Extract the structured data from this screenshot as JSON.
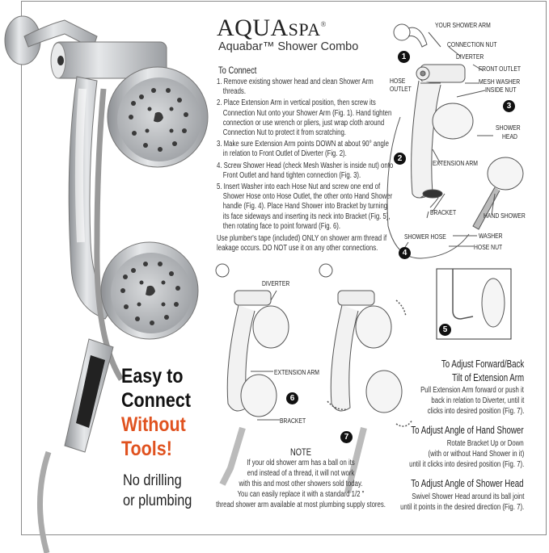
{
  "brand": {
    "logo_main": "AQUA",
    "logo_spa": "SPA",
    "logo_mark": "®",
    "product": "Aquabar™ Shower Combo"
  },
  "colors": {
    "accent": "#e0521f",
    "chrome": "#b9bcbf",
    "diagram_line": "#555555"
  },
  "promo": {
    "line1": "Easy to",
    "line2": "Connect",
    "line3": "Without",
    "line4": "Tools!",
    "line5": "No drilling",
    "line6": "or plumbing"
  },
  "instructions": {
    "heading": "To Connect",
    "steps": [
      "1. Remove existing shower head and clean Shower Arm threads.",
      "2. Place Extension Arm in vertical position, then screw its Connection Nut onto your Shower Arm (Fig. 1). Hand tighten connection or use wrench or pliers, just wrap cloth around Connection Nut to protect it from scratching.",
      "3. Make sure Extension Arm points DOWN at about 90° angle in relation to Front Outlet of Diverter (Fig. 2).",
      "4. Screw Shower Head (check Mesh Washer is inside nut) onto Front Outlet and hand tighten connection (Fig. 3).",
      "5. Insert Washer into each Hose Nut and screw one end of Shower Hose onto Hose Outlet, the other onto Hand Shower handle (Fig. 4). Place Hand Shower into Bracket by turning its face sideways and inserting its neck into Bracket (Fig. 5), then rotating face to point forward (Fig. 6)."
    ],
    "tape_note": "Use plumber's tape (included) ONLY on shower arm thread if leakage occurs. DO NOT use it on any other connections."
  },
  "diagram_labels": {
    "shower_arm": "YOUR SHOWER ARM",
    "connection_nut": "CONNECTION NUT",
    "diverter": "DIVERTER",
    "front_outlet": "FRONT OUTLET",
    "mesh_washer": "MESH WASHER",
    "inside_nut": "INSIDE NUT",
    "hose": "HOSE",
    "outlet": "OUTLET",
    "shower": "SHOWER",
    "head": "HEAD",
    "extension_arm": "EXTENSION ARM",
    "bracket": "BRACKET",
    "hand_shower": "HAND SHOWER",
    "shower_hose": "SHOWER HOSE",
    "washer": "WASHER",
    "hose_nut": "HOSE NUT",
    "diverter2": "DIVERTER",
    "extension_arm2": "EXTENSION ARM",
    "bracket2": "BRACKET"
  },
  "figures": [
    "1",
    "2",
    "3",
    "4",
    "5",
    "6",
    "7"
  ],
  "note": {
    "heading": "NOTE",
    "lines": [
      "If your old shower arm has a ball on its",
      "end instead of a thread, it will not work",
      "with this and most other showers sold today.",
      "You can easily replace it with a standard 1/2 \"",
      "thread shower arm available at most plumbing supply stores."
    ]
  },
  "adjust": [
    {
      "title_lines": [
        "To Adjust Forward/Back",
        "Tilt of Extension Arm"
      ],
      "body": [
        "Pull Extension Arm forward or push it",
        "back in relation to Diverter, until it",
        "clicks into desired position (Fig. 7)."
      ]
    },
    {
      "title_lines": [
        "To Adjust Angle of Hand Shower"
      ],
      "body": [
        "Rotate Bracket Up or Down",
        "(with or without Hand Shower in it)",
        "until it clicks into desired position (Fig. 7)."
      ]
    },
    {
      "title_lines": [
        "To Adjust Angle of Shower Head"
      ],
      "body": [
        "Swivel Shower Head around its ball joint",
        "until it points in the desired direction (Fig. 7)."
      ]
    }
  ]
}
